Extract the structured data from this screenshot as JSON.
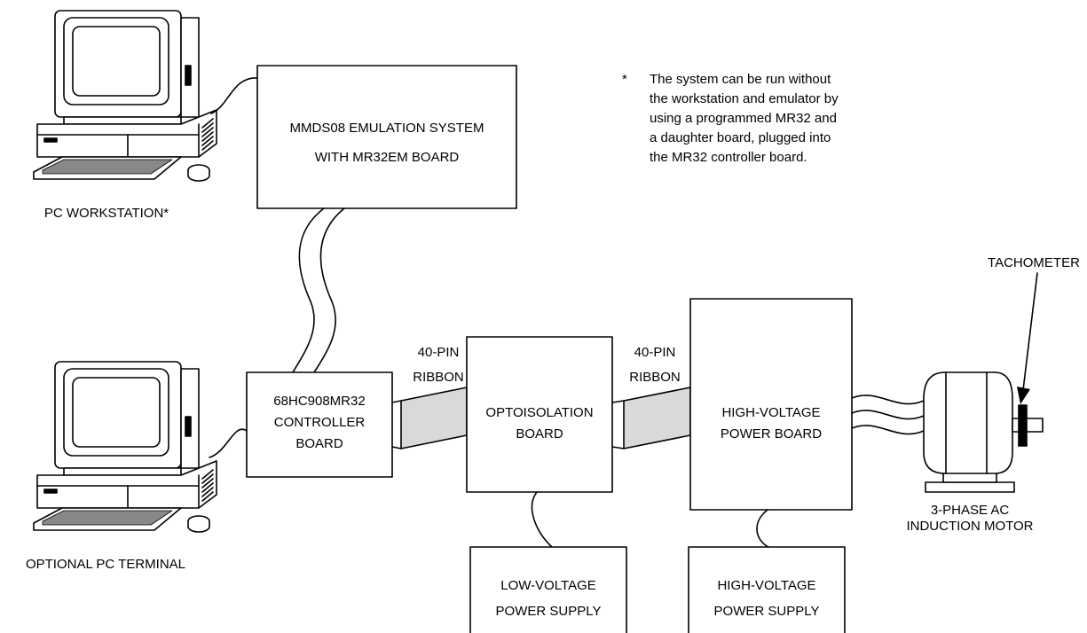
{
  "workstation": {
    "label": "PC WORKSTATION*"
  },
  "terminal": {
    "label": "OPTIONAL PC TERMINAL"
  },
  "emulator": {
    "line1": "MMDS08 EMULATION SYSTEM",
    "line2": "WITH MR32EM BOARD"
  },
  "controller": {
    "line1": "68HC908MR32",
    "line2": "CONTROLLER",
    "line3": "BOARD"
  },
  "optoisolation": {
    "line1": "OPTOISOLATION",
    "line2": "BOARD"
  },
  "power_board": {
    "line1": "HIGH-VOLTAGE",
    "line2": "POWER BOARD"
  },
  "lv_supply": {
    "line1": "LOW-VOLTAGE",
    "line2": "POWER SUPPLY"
  },
  "hv_supply": {
    "line1": "HIGH-VOLTAGE",
    "line2": "POWER SUPPLY"
  },
  "ribbon1": {
    "line1": "40-PIN",
    "line2": "RIBBON"
  },
  "ribbon2": {
    "line1": "40-PIN",
    "line2": "RIBBON"
  },
  "tachometer": {
    "label": "TACHOMETER"
  },
  "motor": {
    "line1": "3-PHASE AC",
    "line2": "INDUCTION MOTOR"
  },
  "footnote": {
    "marker": "*",
    "lines": [
      "The system can be run without",
      "the workstation and emulator by",
      "using a programmed MR32 and",
      "a daughter board, plugged into",
      "the MR32 controller board."
    ]
  },
  "colors": {
    "line": "#000000",
    "ribbon_fill": "#d9d9d9",
    "background": "#ffffff"
  },
  "icons": [
    "computer-icon",
    "computer-icon",
    "motor-icon",
    "tachometer-icon"
  ]
}
